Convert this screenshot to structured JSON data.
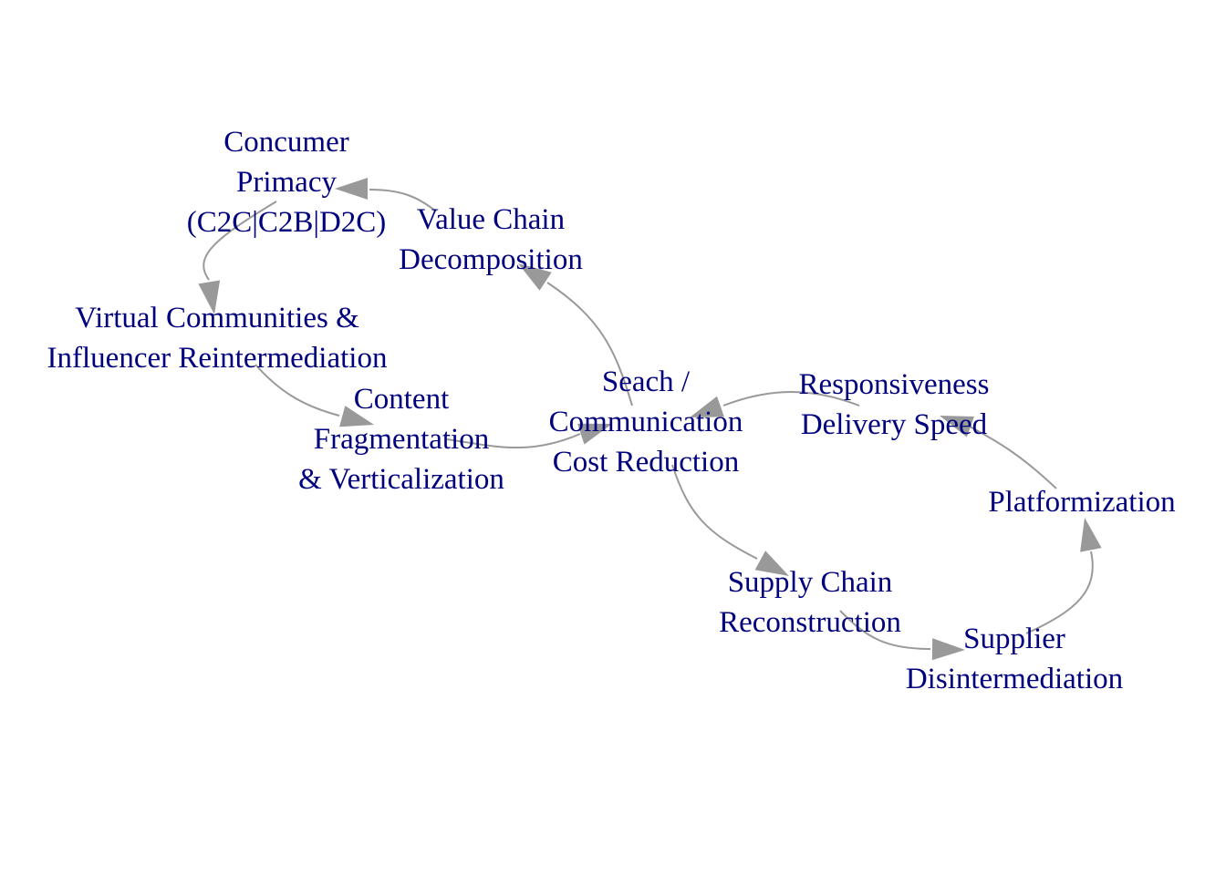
{
  "diagram": {
    "colors": {
      "label": "#00007f",
      "edge": "#999999",
      "background": "#ffffff"
    },
    "nodes": [
      {
        "id": "consumer-primacy",
        "lines": [
          "Concumer",
          "Primacy",
          "(C2C|C2B|D2C)"
        ]
      },
      {
        "id": "value-chain-decomposition",
        "lines": [
          "Value Chain",
          "Decomposition"
        ]
      },
      {
        "id": "virtual-communities",
        "lines": [
          "Virtual Communities &",
          "Influencer Reintermediation"
        ]
      },
      {
        "id": "content-fragmentation",
        "lines": [
          "Content",
          "Fragmentation",
          "& Verticalization"
        ]
      },
      {
        "id": "search-cost-reduction",
        "lines": [
          "Seach /",
          "Communication",
          "Cost Reduction"
        ]
      },
      {
        "id": "responsiveness",
        "lines": [
          "Responsiveness",
          "Delivery Speed"
        ]
      },
      {
        "id": "platformization",
        "lines": [
          "Platformization"
        ]
      },
      {
        "id": "supply-chain-reconstruction",
        "lines": [
          "Supply Chain",
          "Reconstruction"
        ]
      },
      {
        "id": "supplier-disintermediation",
        "lines": [
          "Supplier",
          "Disintermediation"
        ]
      }
    ],
    "edges": [
      {
        "from": "value-chain-decomposition",
        "to": "consumer-primacy"
      },
      {
        "from": "consumer-primacy",
        "to": "virtual-communities"
      },
      {
        "from": "virtual-communities",
        "to": "content-fragmentation"
      },
      {
        "from": "content-fragmentation",
        "to": "search-cost-reduction"
      },
      {
        "from": "search-cost-reduction",
        "to": "value-chain-decomposition"
      },
      {
        "from": "search-cost-reduction",
        "to": "supply-chain-reconstruction"
      },
      {
        "from": "supply-chain-reconstruction",
        "to": "supplier-disintermediation"
      },
      {
        "from": "supplier-disintermediation",
        "to": "platformization"
      },
      {
        "from": "platformization",
        "to": "responsiveness"
      },
      {
        "from": "responsiveness",
        "to": "search-cost-reduction"
      }
    ]
  }
}
